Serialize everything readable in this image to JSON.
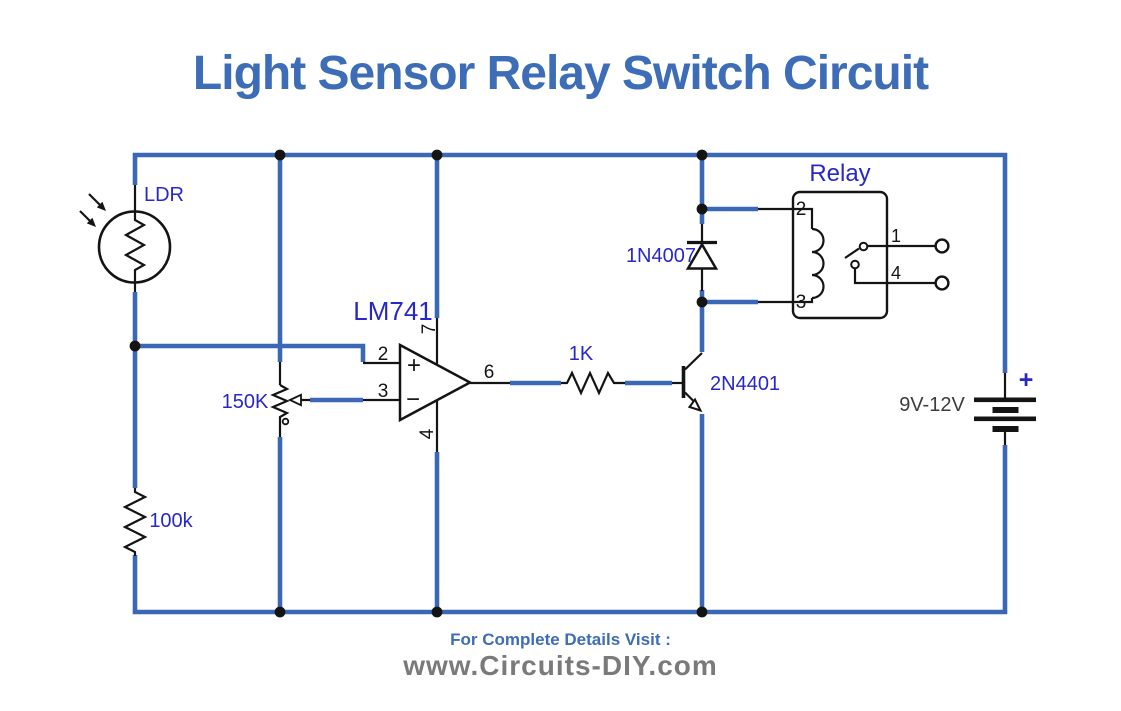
{
  "title": "Light Sensor Relay Switch Circuit",
  "colors": {
    "wire_blue": "#3a68b7",
    "component_label_blue": "#2828c8",
    "title_blue": "#3d6db6",
    "footer_url_gray": "#7a7a7a",
    "symbol_black": "#141414",
    "battery_label_gray": "#3d3d3d"
  },
  "components": {
    "ldr": {
      "label": "LDR"
    },
    "potentiometer": {
      "label": "150K"
    },
    "resistor_100k": {
      "label": "100k"
    },
    "opamp": {
      "label": "LM741",
      "plus_sign": "+",
      "minus_sign": "−",
      "pin_noninverting": "2",
      "pin_inverting": "3",
      "pin_output": "6",
      "pin_vplus": "7",
      "pin_vminus": "4"
    },
    "resistor_1k": {
      "label": "1K"
    },
    "transistor": {
      "label": "2N4401"
    },
    "diode": {
      "label": "1N4007"
    },
    "relay": {
      "label": "Relay",
      "pin_coil_top": "2",
      "pin_coil_bottom": "3",
      "pin_contact_no": "1",
      "pin_contact_com": "4"
    },
    "battery": {
      "label": "9V-12V",
      "plus_sign": "+"
    }
  },
  "footer": {
    "heading": "For Complete Details Visit :",
    "url": "www.Circuits-DIY.com"
  }
}
